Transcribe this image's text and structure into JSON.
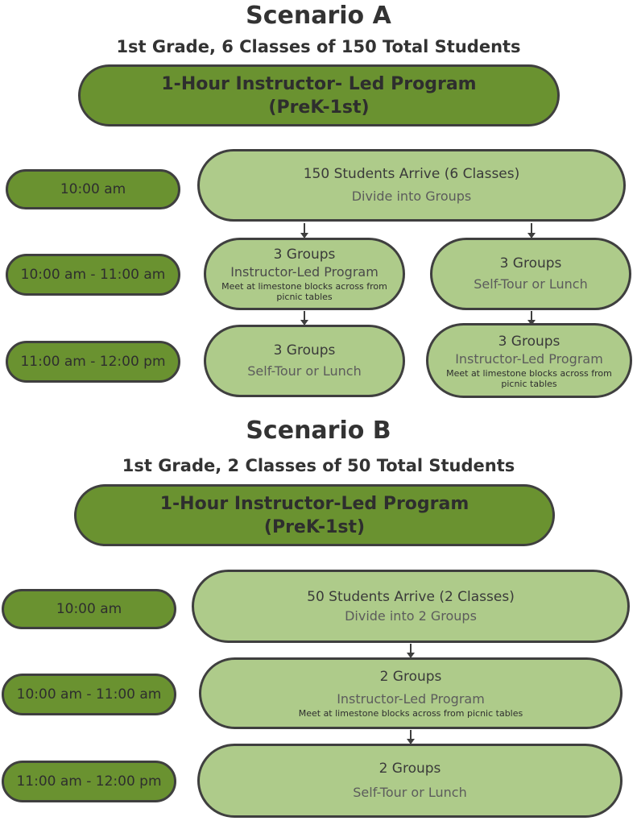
{
  "scenario_a": {
    "title": "Scenario A",
    "subtitle": "1st Grade, 6 Classes of 150 Total Students",
    "banner_line1": "1-Hour Instructor- Led Program",
    "banner_line2": "(PreK-1st)",
    "times": [
      "10:00 am",
      "10:00 am - 11:00 am",
      "11:00 am - 12:00 pm"
    ],
    "arrive": {
      "title": "150 Students Arrive (6 Classes)",
      "sub": "Divide into Groups"
    },
    "left_1": {
      "title": "3 Groups",
      "sub": "Instructor-Led Program",
      "note": "Meet at limestone blocks across from picnic tables"
    },
    "right_1": {
      "title": "3 Groups",
      "sub": "Self-Tour or Lunch"
    },
    "left_2": {
      "title": "3 Groups",
      "sub": "Self-Tour or Lunch"
    },
    "right_2": {
      "title": "3 Groups",
      "sub": "Instructor-Led Program",
      "note": "Meet at limestone blocks across from picnic tables"
    }
  },
  "scenario_b": {
    "title": "Scenario B",
    "subtitle": "1st Grade, 2 Classes of 50 Total Students",
    "banner_line1": "1-Hour Instructor-Led Program",
    "banner_line2": "(PreK-1st)",
    "times": [
      "10:00 am",
      "10:00 am - 11:00 am",
      "11:00 am - 12:00 pm"
    ],
    "arrive": {
      "title": "50 Students Arrive (2 Classes)",
      "sub": "Divide into 2 Groups"
    },
    "step_1": {
      "title": "2 Groups",
      "sub": "Instructor-Led Program",
      "note": "Meet at limestone blocks across from picnic tables"
    },
    "step_2": {
      "title": "2 Groups",
      "sub": "Self-Tour or Lunch"
    }
  },
  "colors": {
    "dark_green": "#6a9230",
    "light_green": "#aecb8a",
    "outline": "#3f3f3f"
  }
}
